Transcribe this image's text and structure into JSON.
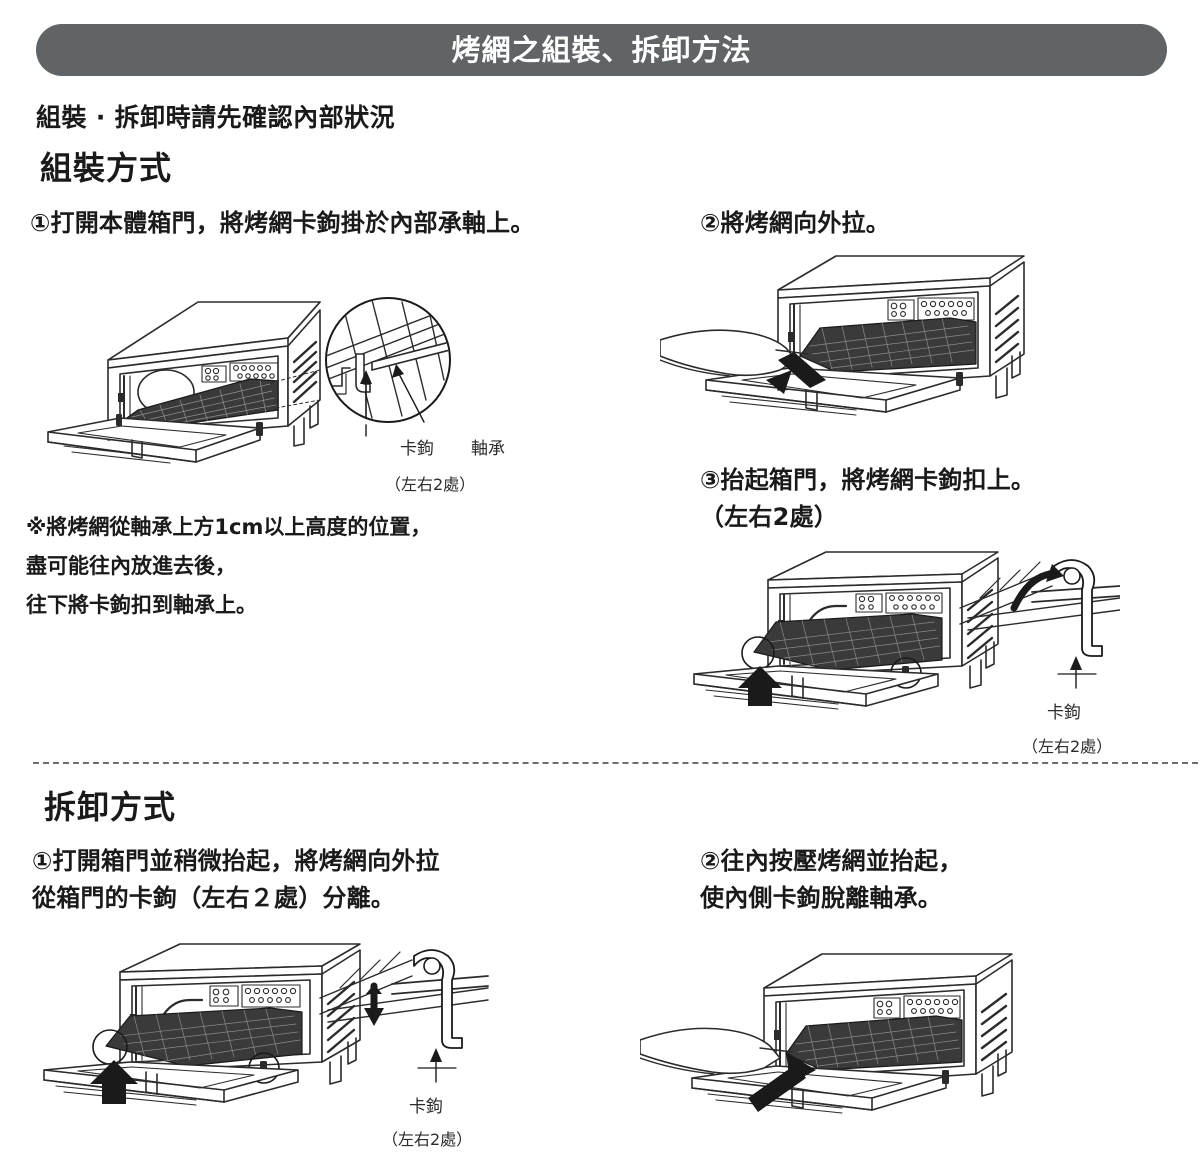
{
  "header": {
    "title": "烤網之組裝、拆卸方法",
    "bar_color": "#606467",
    "title_color": "#ffffff"
  },
  "subtitle": "組裝 ‧ 拆卸時請先確認內部狀況",
  "sections": {
    "assemble": {
      "title": "組裝方式",
      "steps": [
        {
          "label": "①打開本體箱門，將烤網卡鉤掛於內部承軸上。"
        },
        {
          "label": "②將烤網向外拉。"
        },
        {
          "label": "③抬起箱門，將烤網卡鉤扣上。\n  （左右2處）"
        }
      ],
      "note": "※將烤網從軸承上方1cm以上高度的位置，\n   盡可能往內放進去後，\n   往下將卡鉤扣到軸承上。",
      "figure1_callouts": {
        "hook": "卡鉤",
        "bearing": "軸承",
        "count": "（左右2處）"
      },
      "figure3_callouts": {
        "hook": "卡鉤",
        "count": "（左右2處）"
      }
    },
    "disassemble": {
      "title": "拆卸方式",
      "steps": [
        {
          "label": "①打開箱門並稍微抬起，將烤網向外拉\n   從箱門的卡鉤（左右２處）分離。"
        },
        {
          "label": "②往內按壓烤網並抬起，\n   使內側卡鉤脫離軸承。"
        }
      ],
      "figure_callouts": {
        "hook": "卡鉤",
        "count": "（左右2處）"
      }
    }
  },
  "colors": {
    "ink": "#1a1a1a",
    "line": "#2b2b2b",
    "grill_fill": "#3a3a3a",
    "divider": "#6e6e72"
  }
}
